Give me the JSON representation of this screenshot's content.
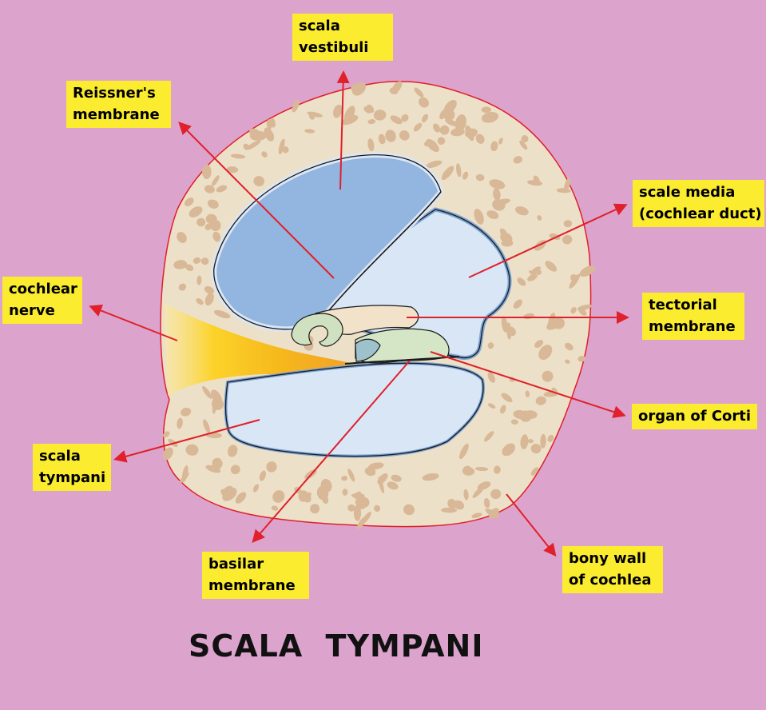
{
  "labels": {
    "scala_vestibuli": [
      "scala",
      "vestibuli"
    ],
    "reissners_membrane": [
      "Reissner's",
      "membrane"
    ],
    "scale_media": [
      "scale media",
      "(cochlear duct)"
    ],
    "cochlear_nerve": [
      "cochlear",
      "nerve"
    ],
    "tectorial_membrane": [
      "tectorial",
      "membrane"
    ],
    "organ_of_corti": [
      "organ of Corti"
    ],
    "scala_tympani": [
      "scala",
      "tympani"
    ],
    "basilar_membrane": [
      "basilar",
      "membrane"
    ],
    "bony_wall": [
      "bony wall",
      "of cochlea"
    ]
  },
  "title": "SCALA TYMPANI",
  "colors": {
    "background": "#dca4cd",
    "label_fill": "#fbec2f",
    "arrow": "#e0202a",
    "bone": "#ede0c8",
    "bone_spots": "#d8b897",
    "scala_vestibuli": "#93b6e0",
    "scala_media": "#d9e6f5",
    "scala_tympani": "#d9e6f5",
    "membrane_edge": "#7aa3d4",
    "tectorial": "#f2e2c9",
    "organ_of_corti": "#d5e6c7",
    "nerve": "#f7c31c"
  }
}
